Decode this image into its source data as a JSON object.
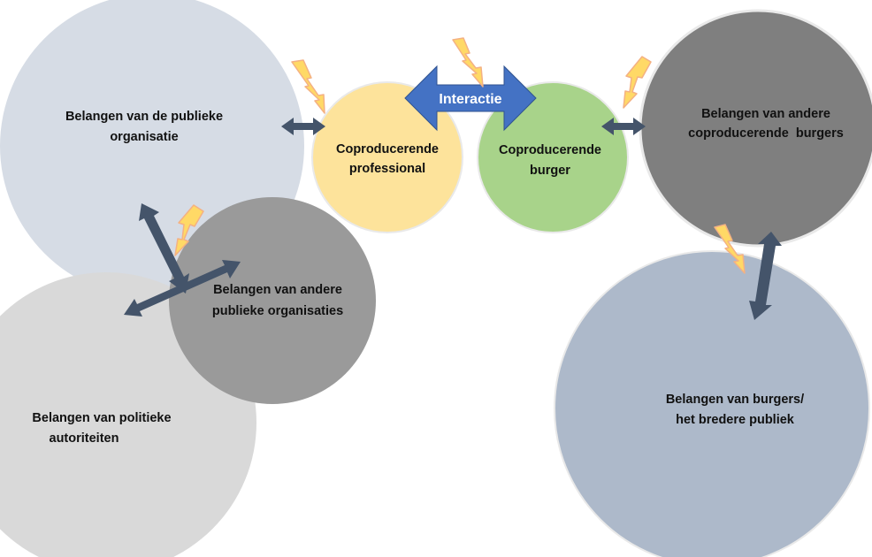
{
  "colors": {
    "publieke_organisatie": "#d6dce5",
    "politieke_autoriteiten": "#d9d9d9",
    "andere_publieke_organisaties": "#9a9a9a",
    "professional": "#fde39b",
    "burger": "#a8d38a",
    "andere_burgers": "#7f7f7f",
    "breder_publiek": "#adb9ca",
    "arrow": "#44546a",
    "interactie_arrow": "#4472c4",
    "lightning_fill": "#ffd966",
    "lightning_stroke": "#f4b183"
  },
  "nodes": {
    "publieke_organisatie": {
      "lines": [
        "Belangen van de publieke",
        "organisatie"
      ]
    },
    "politieke_autoriteiten": {
      "lines": [
        "Belangen van politieke",
        "autoriteiten"
      ]
    },
    "andere_publieke_organisaties": {
      "lines": [
        "Belangen van andere",
        "publieke organisaties"
      ]
    },
    "professional": {
      "lines": [
        "Coproducerende",
        "professional"
      ]
    },
    "burger": {
      "lines": [
        "Coproducerende",
        "burger"
      ]
    },
    "andere_burgers": {
      "lines": [
        "Belangen van andere",
        "coproducerende  burgers"
      ]
    },
    "breder_publiek": {
      "lines": [
        "Belangen van burgers/",
        "het bredere publiek"
      ]
    }
  },
  "interactie": {
    "label": "Interactie"
  },
  "icons": [
    "lightning-icon",
    "double-arrow-icon"
  ]
}
